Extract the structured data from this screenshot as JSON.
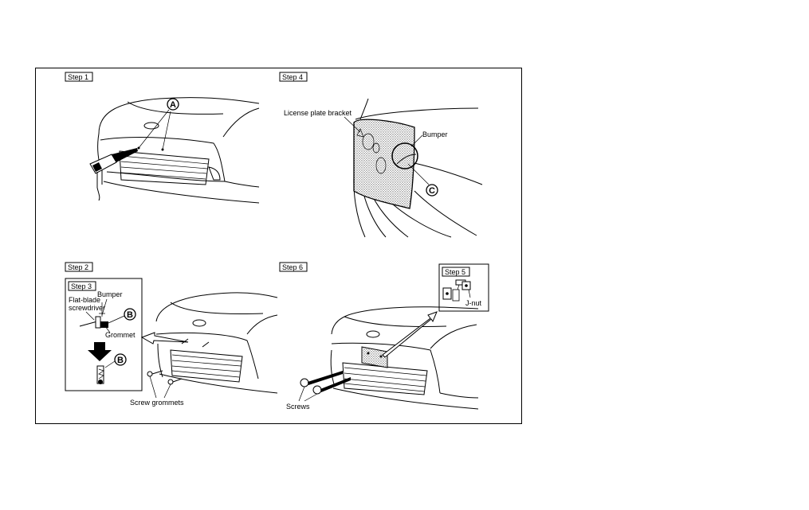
{
  "steps": {
    "step1": "Step 1",
    "step2": "Step 2",
    "step3": "Step 3",
    "step4": "Step 4",
    "step5": "Step 5",
    "step6": "Step 6"
  },
  "callouts": {
    "a": "A",
    "b": "B",
    "c": "C"
  },
  "labels": {
    "license_plate_bracket": "License plate bracket",
    "bumper_step4": "Bumper",
    "bumper_step3": "Bumper",
    "flat_blade_line1": "Flat-blade",
    "flat_blade_line2": "screwdriver",
    "grommet": "Grommet",
    "screw_grommets": "Screw grommets",
    "j_nut": "J-nut",
    "screws": "Screws"
  }
}
